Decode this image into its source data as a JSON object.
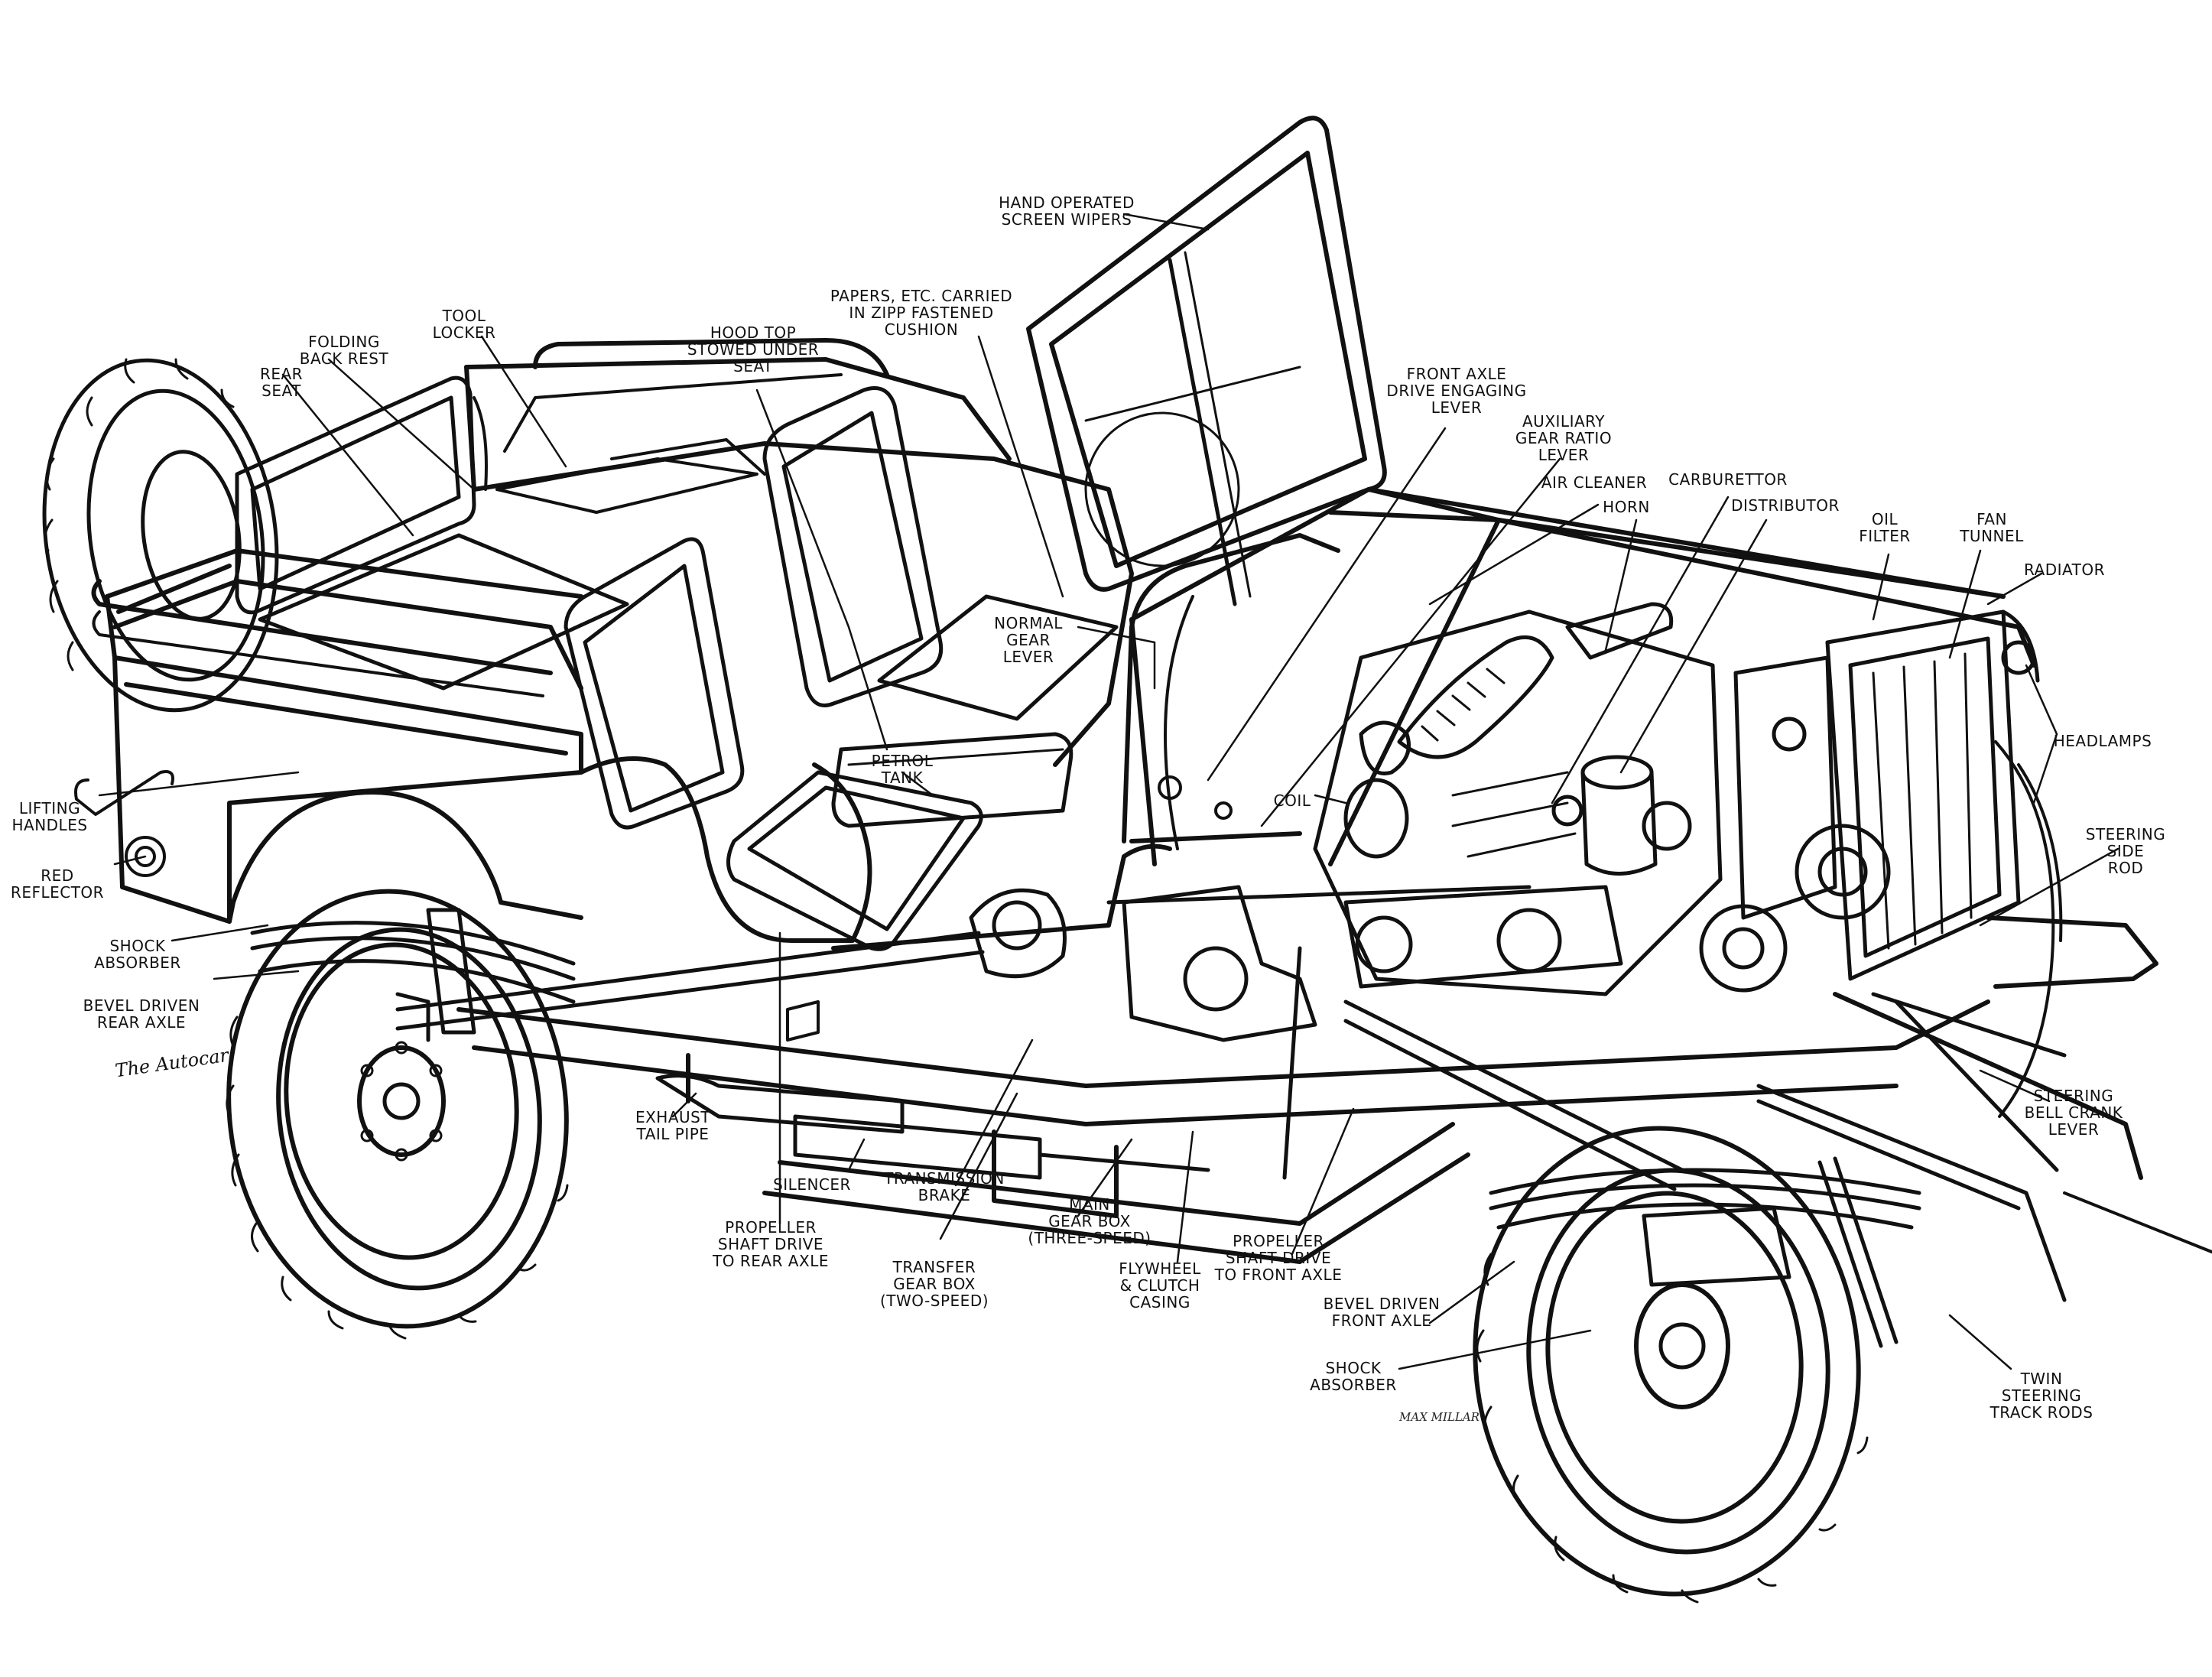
{
  "colors": {
    "ink": "#111111",
    "paper": "#ffffff"
  },
  "signature": "The Autocar",
  "initials": "MAX MILLAR",
  "labels": {
    "hand_wipers": "HAND OPERATED\nSCREEN WIPERS",
    "papers": "PAPERS, ETC. CARRIED\nIN ZIPP FASTENED\nCUSHION",
    "hood_top": "HOOD TOP\nSTOWED UNDER\nSEAT",
    "tool_locker": "TOOL\nLOCKER",
    "folding_back": "FOLDING\nBACK REST",
    "rear_seat": "REAR\nSEAT",
    "front_axle_lever": "FRONT AXLE\nDRIVE ENGAGING\nLEVER",
    "aux_gear": "AUXILIARY\nGEAR RATIO\nLEVER",
    "air_cleaner": "AIR CLEANER",
    "horn": "HORN",
    "carburettor": "CARBURETTOR",
    "distributor": "DISTRIBUTOR",
    "oil_filter": "OIL\nFILTER",
    "fan_tunnel": "FAN\nTUNNEL",
    "radiator": "RADIATOR",
    "normal_gear": "NORMAL\nGEAR\nLEVER",
    "headlamps": "HEADLAMPS",
    "petrol_tank": "PETROL\nTANK",
    "coil": "COIL",
    "steering_side_rod": "STEERING\nSIDE\nROD",
    "lifting_handles": "LIFTING\nHANDLES",
    "red_reflector": "RED\nREFLECTOR",
    "shock_rear": "SHOCK\nABSORBER",
    "bevel_rear": "BEVEL DRIVEN\nREAR AXLE",
    "exhaust": "EXHAUST\nTAIL PIPE",
    "silencer": "SILENCER",
    "trans_brake": "TRANSMISSION\nBRAKE",
    "prop_rear": "PROPELLER\nSHAFT DRIVE\nTO REAR AXLE",
    "transfer_box": "TRANSFER\nGEAR BOX\n(TWO-SPEED)",
    "main_gear": "MAIN\nGEAR BOX\n(THREE-SPEED)",
    "flywheel": "FLYWHEEL\n& CLUTCH\nCASING",
    "prop_front": "PROPELLER\nSHAFT DRIVE\nTO FRONT AXLE",
    "bell_crank": "STEERING\nBELL CRANK\nLEVER",
    "bevel_front": "BEVEL DRIVEN\nFRONT AXLE",
    "shock_front": "SHOCK\nABSORBER",
    "twin_steering": "TWIN\nSTEERING\nTRACK RODS"
  }
}
